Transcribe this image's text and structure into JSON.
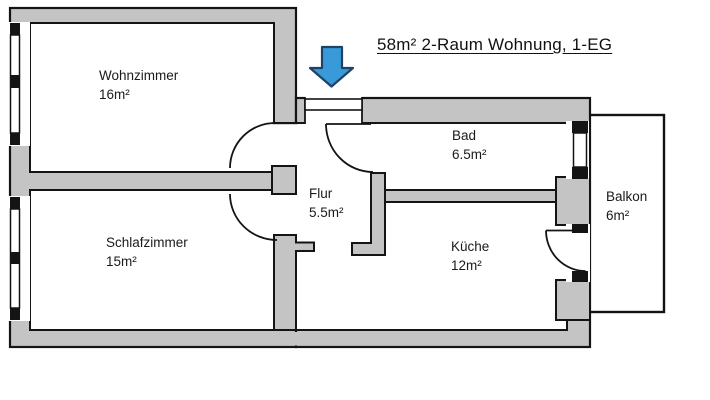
{
  "title": "58m² 2-Raum Wohnung, 1-EG",
  "rooms": [
    {
      "name": "Wohnzimmer",
      "area": "16m²"
    },
    {
      "name": "Schlafzimmer",
      "area": "15m²"
    },
    {
      "name": "Flur",
      "area": "5.5m²"
    },
    {
      "name": "Bad",
      "area": "6.5m²"
    },
    {
      "name": "Küche",
      "area": "12m²"
    },
    {
      "name": "Balkon",
      "area": "6m²"
    }
  ],
  "icons": {
    "entrance_arrow": "down-arrow"
  },
  "colors": {
    "wall_fill": "#c4c4c4",
    "outline": "#141414",
    "arrow_fill": "#3a99d8",
    "arrow_stroke": "#1d4369",
    "background": "#ffffff"
  }
}
